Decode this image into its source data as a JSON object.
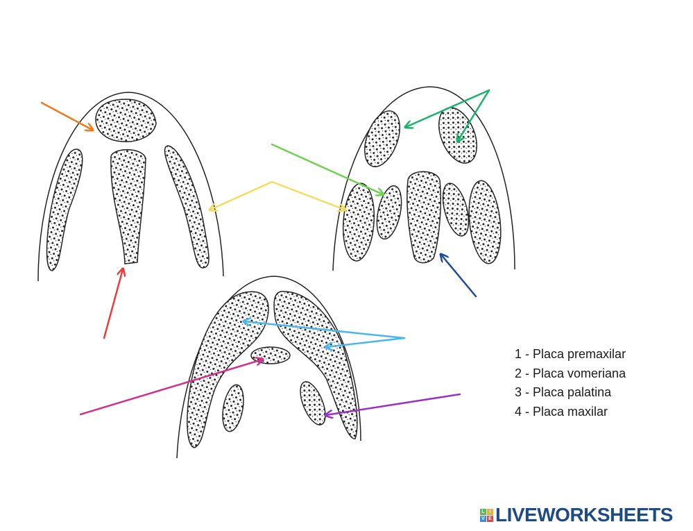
{
  "legend": {
    "items": [
      "1 - Placa premaxilar",
      "2 - Placa vomeriana",
      "3 - Placa palatina",
      "4 - Placa maxilar"
    ]
  },
  "logo": {
    "text": "LIVEWORKSHEETS",
    "tiles": [
      "L",
      "I",
      "V",
      "E"
    ]
  },
  "colors": {
    "orange": "#f07a1e",
    "red": "#ef3b3b",
    "yellow": "#f5dc5c",
    "light_green": "#6fd24f",
    "green": "#19b36b",
    "dark_blue": "#1c4aa0",
    "light_blue": "#4bb5ef",
    "magenta": "#d1308c",
    "purple": "#9b30c4",
    "logo_blue": "#1f4a84"
  }
}
